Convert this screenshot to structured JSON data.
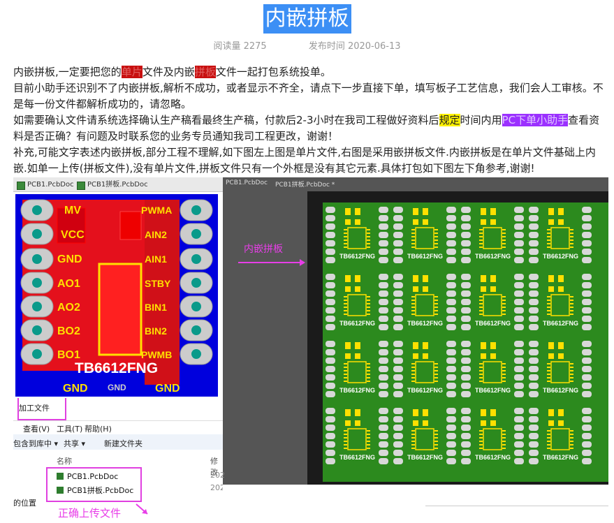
{
  "article": {
    "title": "内嵌拼板",
    "read_label": "阅读量 2275",
    "publish_label": "发布时间 2020-06-13",
    "para1_a": "内嵌拼板,一定要把您的",
    "para1_h1": "单片",
    "para1_b": "文件及内嵌",
    "para1_h2": "拼板",
    "para1_c": "文件一起打包系统投单。",
    "para2": "目前小助手还识别不了内嵌拼板,解析不成功，或者显示不齐全，请点下一步直接下单，填写板子工艺信息，我们会人工审核。不是每一份文件都解析成功的，请忽略。",
    "para3_a": "如需要确认文件请系统选择确认生产稿看最终生产稿，付款后2-3小时在我司工程做好资料后",
    "para3_h1": "规定",
    "para3_b": "时间内用",
    "para3_h2": "PC下单小助手",
    "para3_c": "查看资料是否正确？有问题及时联系您的业务专员通知我司工程更改，谢谢！",
    "para4": "补充,可能文字表述内嵌拼板,部分工程不理解,如下图左上图是单片文件,右图是采用嵌拼板文件.内嵌拼板是在单片文件基础上内嵌.如单一上传(拼板文件),没有单片文件,拼板文件只有一个外框是没有其它元素.具体打包如下图左下角参考,谢谢!"
  },
  "figure": {
    "left_tabs": [
      "PCB1.PcbDoc",
      "PCB1拼板.PcbDoc"
    ],
    "right_tabs": [
      "PCB1.PcbDoc",
      "PCB1拼板.PcbDoc *"
    ],
    "pcb_labels": {
      "mv": "MV",
      "vcc": "VCC",
      "gnd": "GND",
      "ao1": "AO1",
      "ao2": "AO2",
      "bo2": "BO2",
      "bo1": "BO1",
      "pwma": "PWMA",
      "ain2": "AIN2",
      "ain1": "AIN1",
      "stby": "STBY",
      "bin1": "BIN1",
      "bin2": "BIN2",
      "pwmb": "PWMB",
      "chip": "TB6612FNG",
      "gnd_left": "GND",
      "gnd_mid": "GND",
      "gnd_right": "GND"
    },
    "panel_chip_label": "TB6612FNG",
    "annotation_inlay": "内嵌拼板",
    "annotation_upload": "正确上传文件",
    "explorer": {
      "add_file": "加工文件",
      "menu": [
        "查看(V)",
        "工具(T)",
        "帮助(H)"
      ],
      "toolbar": [
        "包含到库中 ▾",
        "共享 ▾",
        "新建文件夹"
      ],
      "col_name": "名称",
      "col_modified": "修改",
      "files": [
        "PCB1.PcbDoc",
        "PCB1拼板.PcbDoc"
      ],
      "date_prefix": "202",
      "location": "的位置"
    }
  }
}
